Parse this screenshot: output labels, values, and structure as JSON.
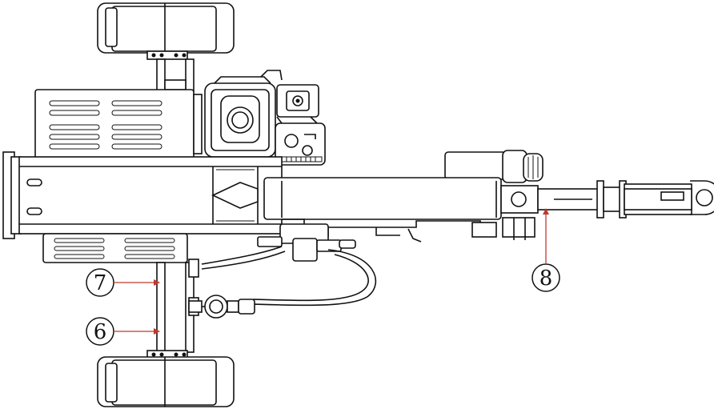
{
  "callouts": [
    {
      "id": "callout-7",
      "label": "7",
      "line_color": "#c0392b"
    },
    {
      "id": "callout-6",
      "label": "6",
      "line_color": "#c0392b"
    },
    {
      "id": "callout-8",
      "label": "8",
      "line_color": "#c0392b"
    }
  ],
  "colors": {
    "line": "#111111",
    "background": "#ffffff",
    "leader": "#c0392b"
  }
}
